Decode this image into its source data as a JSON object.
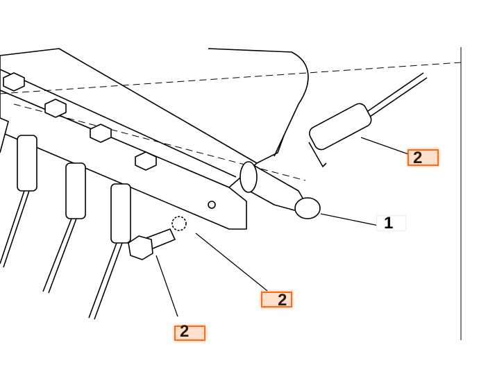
{
  "diagram": {
    "callouts": [
      {
        "id": "spring",
        "label": "2",
        "highlighted": true
      },
      {
        "id": "pin",
        "label": "1",
        "highlighted": false
      },
      {
        "id": "lock-washer",
        "label": "2",
        "highlighted": true
      },
      {
        "id": "bolt",
        "label": "2",
        "highlighted": true
      }
    ],
    "colors": {
      "highlight_border": "#ff6a13",
      "highlight_fill": "#ffe0cc",
      "line": "#000000"
    }
  }
}
